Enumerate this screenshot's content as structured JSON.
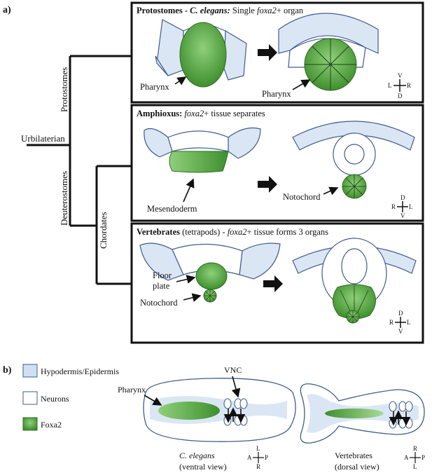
{
  "panel_a": {
    "label": "a)",
    "tree": {
      "root": "Urbilaterian",
      "protostomes": "Protostomes",
      "deuterostomes": "Deuterostomes",
      "chordates": "Chordates"
    },
    "protostomes_box": {
      "title_bold": "Protostomes - ",
      "title_italic_bold": "C. elegans:",
      "title_rest_1": " Single ",
      "title_italic": "foxa2",
      "title_rest_2": "+ organ",
      "label_left": "Pharynx",
      "label_right": "Pharynx",
      "axis": {
        "top": "V",
        "bottom": "D",
        "left": "L",
        "right": "R"
      }
    },
    "amphioxus_box": {
      "title_bold": "Amphioxus:",
      "title_rest_1": " ",
      "title_italic": "foxa2",
      "title_rest_2": "+ tissue separates",
      "label_left": "Mesendoderm",
      "label_right": "Notochord",
      "axis": {
        "top": "D",
        "bottom": "V",
        "left": "R",
        "right": "L"
      }
    },
    "vertebrates_box": {
      "title_bold": "Vertebrates",
      "title_rest_1": " (tetrapods) - ",
      "title_italic": "foxa2",
      "title_rest_2": "+ tissue forms 3 organs",
      "label_floor_1": "Floor",
      "label_floor_2": "plate",
      "label_notochord": "Notochord",
      "axis": {
        "top": "D",
        "bottom": "V",
        "left": "R",
        "right": "L"
      }
    }
  },
  "panel_b": {
    "label": "b)",
    "legend": [
      {
        "label": "Hypodermis/Epidermis",
        "color": "#cfe0f3"
      },
      {
        "label": "Neurons",
        "color": "#ffffff"
      },
      {
        "label": "Foxa2",
        "color": "#5aa541"
      }
    ],
    "worm": {
      "label_pharynx": "Pharynx",
      "label_vnc": "VNC",
      "caption_italic": "C. elegans",
      "caption_sub": "(ventral view)",
      "axis": {
        "top": "L",
        "bottom": "R",
        "left": "A",
        "right": "P"
      }
    },
    "vertebrate": {
      "caption": "Vertebrates",
      "caption_sub": "(dorsal view)",
      "axis": {
        "top": "R",
        "bottom": "L",
        "left": "A",
        "right": "P"
      }
    }
  },
  "colors": {
    "epidermis_fill": "#dbe6f5",
    "epidermis_stroke": "#3f5d8c",
    "foxa2_dark": "#3f8f2e",
    "foxa2_light": "#8fd07a"
  }
}
